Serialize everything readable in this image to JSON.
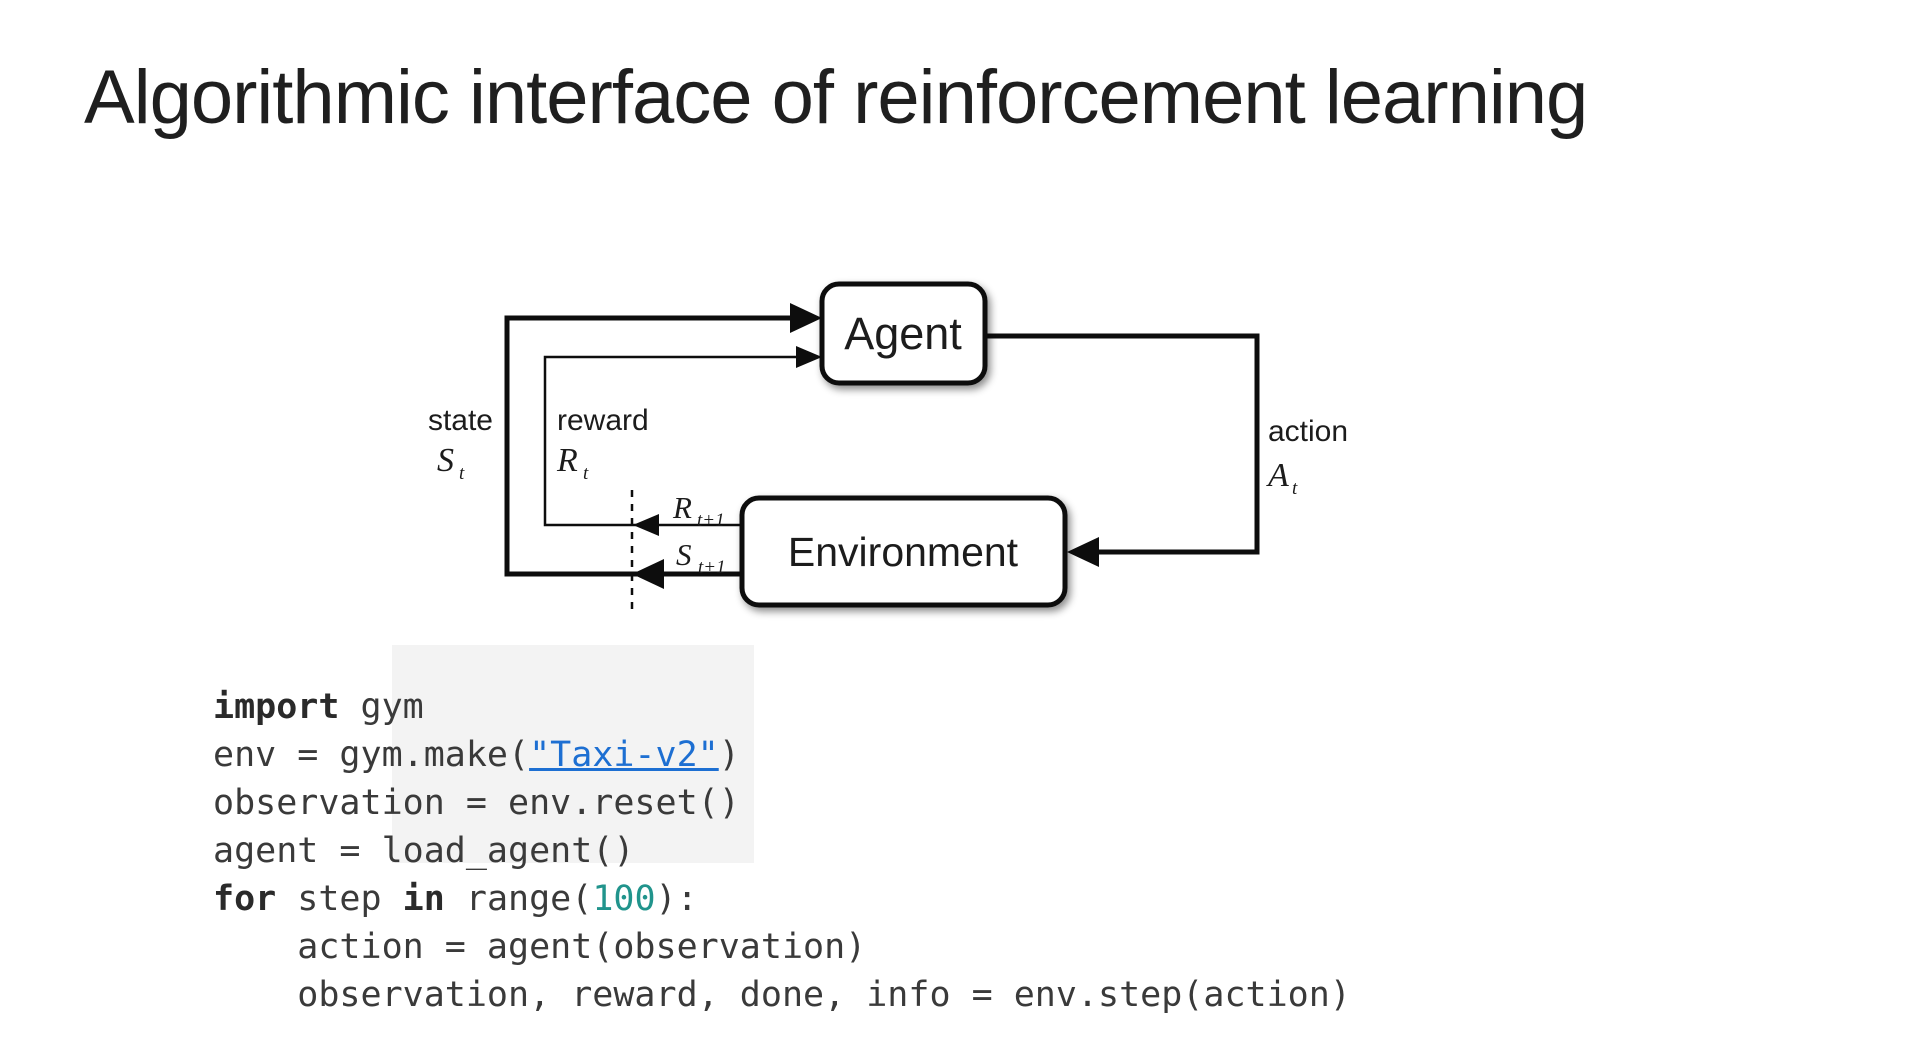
{
  "slide": {
    "title": "Algorithmic interface of reinforcement learning"
  },
  "diagram": {
    "agent_label": "Agent",
    "environment_label": "Environment",
    "state_label": "state",
    "state_symbol": "S",
    "state_sub": "t",
    "reward_label": "reward",
    "reward_symbol": "R",
    "reward_sub": "t",
    "action_label": "action",
    "action_symbol": "A",
    "action_sub": "t",
    "next_reward_symbol": "R",
    "next_reward_sub": "t+1",
    "next_state_symbol": "S",
    "next_state_sub": "t+1"
  },
  "code": {
    "lines": [
      [
        {
          "t": "import",
          "s": "kw"
        },
        {
          "t": " gym",
          "s": "p"
        }
      ],
      [
        {
          "t": "env = gym.make(",
          "s": "p"
        },
        {
          "t": "\"Taxi-v2\"",
          "s": "link"
        },
        {
          "t": ")",
          "s": "p"
        }
      ],
      [
        {
          "t": "observation = env.reset()",
          "s": "p"
        }
      ],
      [
        {
          "t": "agent = load_agent()",
          "s": "p"
        }
      ],
      [
        {
          "t": "for",
          "s": "kw"
        },
        {
          "t": " step ",
          "s": "p"
        },
        {
          "t": "in",
          "s": "kw"
        },
        {
          "t": " range(",
          "s": "p"
        },
        {
          "t": "100",
          "s": "num"
        },
        {
          "t": "):",
          "s": "p"
        }
      ],
      [
        {
          "t": "    action = agent(observation)",
          "s": "p"
        }
      ],
      [
        {
          "t": "    observation, reward, done, info = env.step(action)",
          "s": "p"
        }
      ]
    ]
  },
  "colors": {
    "link_blue": "#1d6fd2",
    "number_teal": "#21948c",
    "code_text": "#3a3a3a",
    "diagram_ink": "#0d0d0d",
    "code_panel_gray": "#f3f3f3"
  }
}
